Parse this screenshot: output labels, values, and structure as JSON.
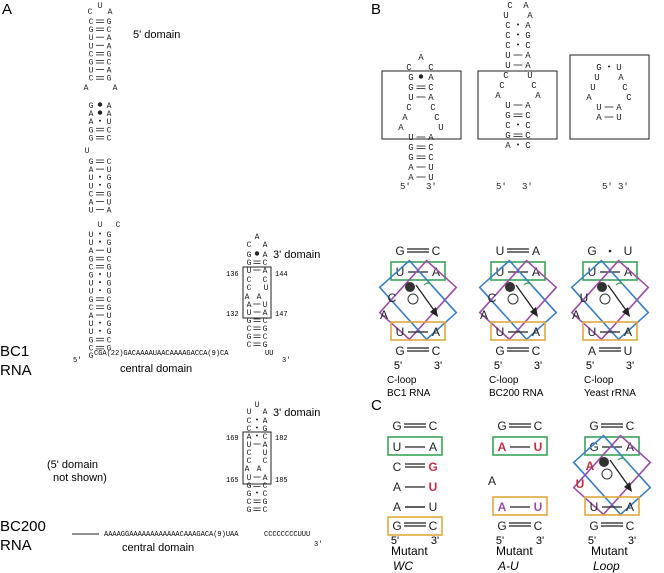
{
  "panels": {
    "a": "A",
    "b": "B",
    "c": "C"
  },
  "panel_a": {
    "domain_5": "5' domain",
    "domain_3_upper": "3' domain",
    "domain_3_lower": "3' domain",
    "bc1_label": [
      "BC1",
      "RNA"
    ],
    "bc200_label": [
      "BC200",
      "RNA"
    ],
    "central_upper": "central domain",
    "central_lower": "central domain",
    "not_shown": [
      "(5' domain",
      "not shown)"
    ],
    "bc1_central_seq": "CGA(22)GACAAAAUAACAAAAGACCA(9)CA",
    "bc1_tail": "UU",
    "bc200_central_seq": "AAAAGGAAAAAAAAAAAACAAAGACA(9)UAA",
    "bc200_tail": "CCCCCCCCUUU",
    "end5": "5'",
    "end3": "3'",
    "box1_nums": [
      "136",
      "132",
      "144",
      "147"
    ],
    "box2_nums": [
      "169",
      "165",
      "182",
      "185"
    ]
  },
  "panel_b": {
    "end5": "5'",
    "end3": "3'",
    "captions": [
      [
        "C-loop",
        "BC1 RNA"
      ],
      [
        "C-loop",
        "BC200 RNA"
      ],
      [
        "C-loop",
        "Yeast rRNA"
      ]
    ]
  },
  "panel_c": {
    "end5": "5'",
    "end3": "3'",
    "mutants": [
      [
        "Mutant",
        "WC"
      ],
      [
        "Mutant",
        "A-U"
      ],
      [
        "Mutant",
        "Loop"
      ]
    ]
  },
  "colors": {
    "green": "#3aa35a",
    "blue": "#3a7fc0",
    "purple": "#9a4fa6",
    "orange": "#e0a840",
    "red": "#c0304a"
  }
}
